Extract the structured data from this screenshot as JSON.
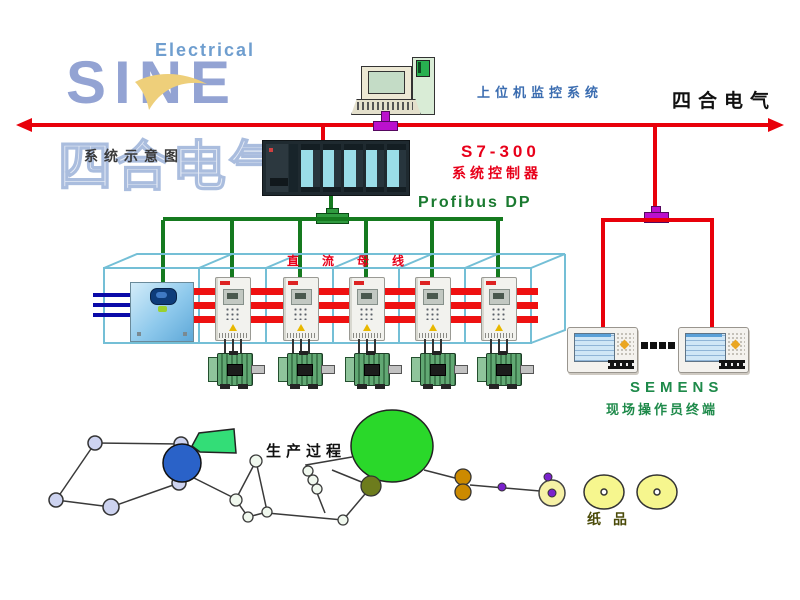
{
  "colors": {
    "bus_red": "#e8000a",
    "profibus_green": "#157a1f",
    "dc_bus_red": "#ee1111",
    "ac_line_blue": "#0a0aa8",
    "connector_purple": "#bb11cc",
    "logo_blue": "#93a3d3",
    "host_label_blue": "#3a6cb0",
    "plc_label_red": "#e8001a",
    "hmi_label_green": "#1e8a4a",
    "cabinet_cyan": "#74bfd6",
    "dryer_green": "#2ad82a",
    "paper_roll_yellow": "#f6f68e"
  },
  "logo": {
    "tagline": "Electrical",
    "brand": "SINE",
    "watermark": "四合电气",
    "diagram_title": "系统示意图"
  },
  "top_bus": {
    "host_monitor_label": "上位机监控系统",
    "company_name": "四合电气"
  },
  "plc": {
    "model": "S7-300",
    "name": "系统控制器",
    "fieldbus_label": "Profibus DP"
  },
  "drive_line": {
    "dc_bus_label": "直流母线"
  },
  "hmi": {
    "brand": "SEMENS",
    "label": "现场操作员终端"
  },
  "process": {
    "label": "生产过程",
    "product_label": "纸品"
  }
}
